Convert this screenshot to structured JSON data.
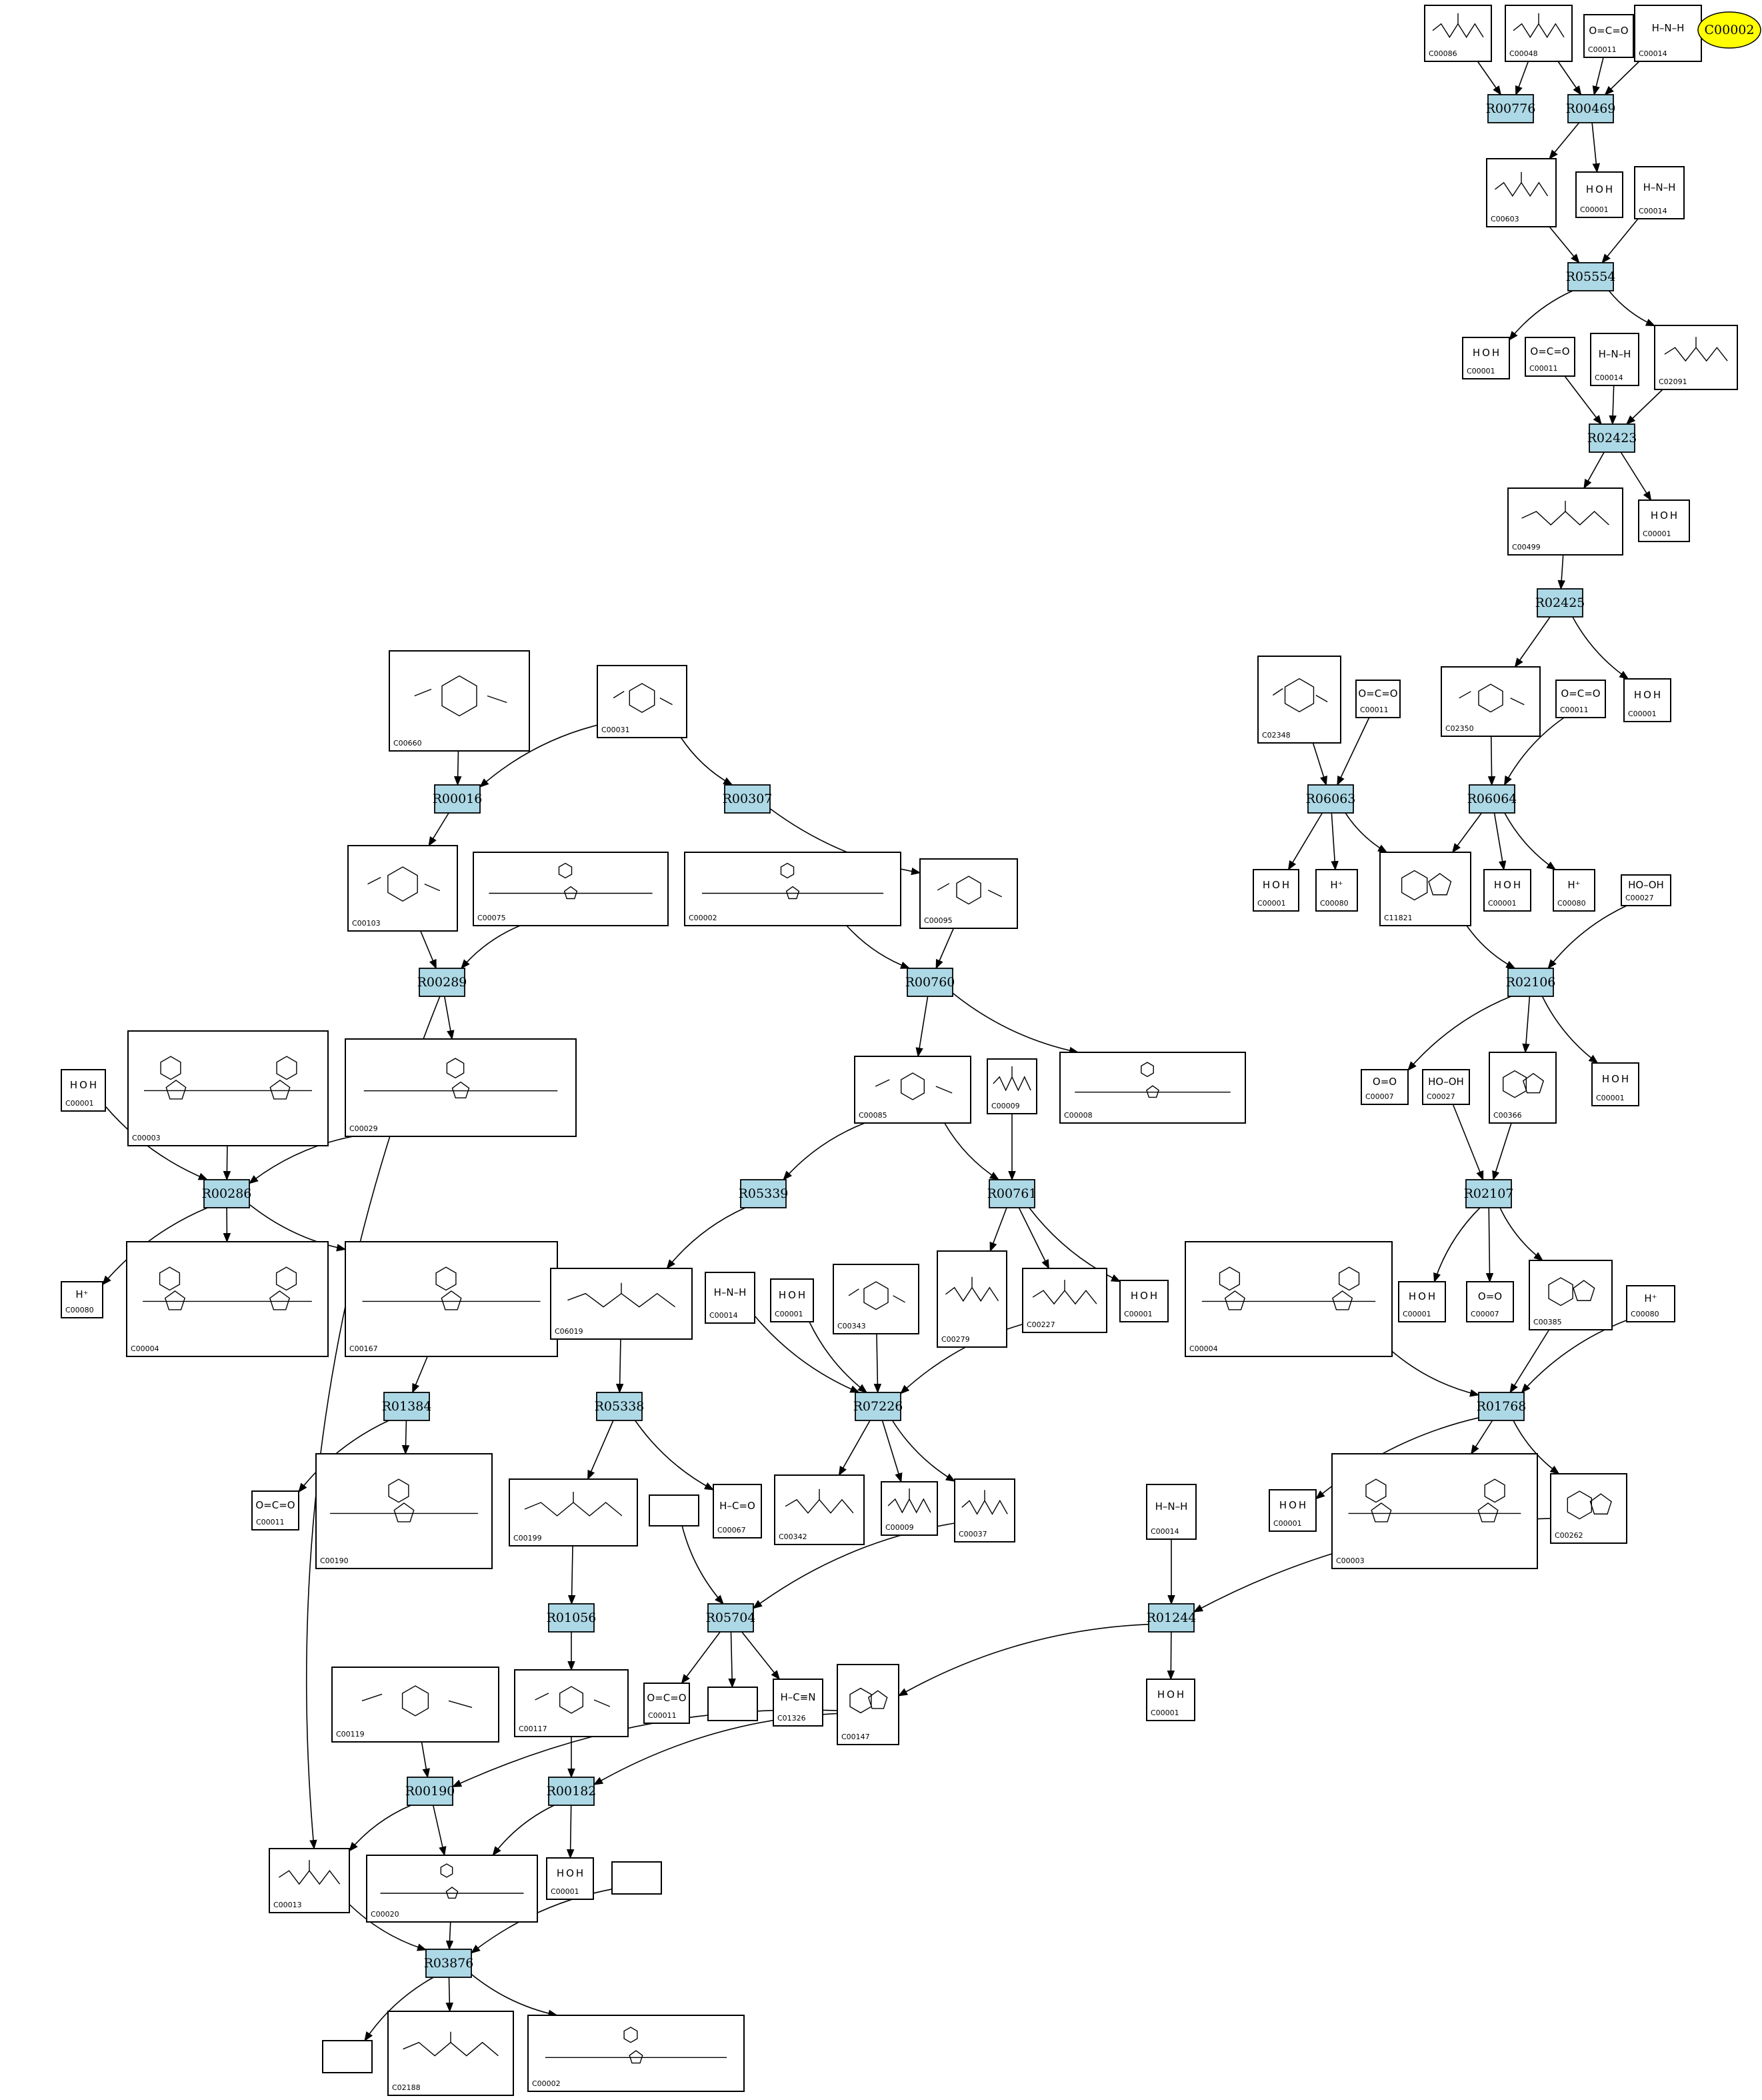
{
  "highlight": {
    "label": "C00002",
    "color": "#ffff00"
  },
  "colors": {
    "reaction_fill": "#add8e6",
    "compound_fill": "#ffffff",
    "edge": "#000000"
  },
  "reactions": [
    {
      "id": "R00776",
      "label": "R00776"
    },
    {
      "id": "R00469",
      "label": "R00469"
    },
    {
      "id": "R05554",
      "label": "R05554"
    },
    {
      "id": "R02423",
      "label": "R02423"
    },
    {
      "id": "R02425",
      "label": "R02425"
    },
    {
      "id": "R06063",
      "label": "R06063"
    },
    {
      "id": "R06064",
      "label": "R06064"
    },
    {
      "id": "R00016",
      "label": "R00016"
    },
    {
      "id": "R00307",
      "label": "R00307"
    },
    {
      "id": "R00289",
      "label": "R00289"
    },
    {
      "id": "R00760",
      "label": "R00760"
    },
    {
      "id": "R02106",
      "label": "R02106"
    },
    {
      "id": "R00286",
      "label": "R00286"
    },
    {
      "id": "R05339",
      "label": "R05339"
    },
    {
      "id": "R00761",
      "label": "R00761"
    },
    {
      "id": "R02107",
      "label": "R02107"
    },
    {
      "id": "R01384",
      "label": "R01384"
    },
    {
      "id": "R05338",
      "label": "R05338"
    },
    {
      "id": "R07226",
      "label": "R07226"
    },
    {
      "id": "R01768",
      "label": "R01768"
    },
    {
      "id": "R01056",
      "label": "R01056"
    },
    {
      "id": "R05704",
      "label": "R05704"
    },
    {
      "id": "R01244",
      "label": "R01244"
    },
    {
      "id": "R00190",
      "label": "R00190"
    },
    {
      "id": "R00182",
      "label": "R00182"
    },
    {
      "id": "R03876",
      "label": "R03876"
    }
  ],
  "compounds": [
    {
      "id": "c00086",
      "label": "C00086",
      "kind": "urea"
    },
    {
      "id": "c00048",
      "label": "C00048",
      "kind": "acid"
    },
    {
      "id": "c00011a",
      "label": "C00011",
      "kind": "co2"
    },
    {
      "id": "c00014a",
      "label": "C00014",
      "kind": "nh3"
    },
    {
      "id": "c00603",
      "label": "C00603",
      "kind": "acid"
    },
    {
      "id": "c00001a",
      "label": "C00001",
      "kind": "water"
    },
    {
      "id": "c00014b",
      "label": "C00014",
      "kind": "nh3"
    },
    {
      "id": "c00001b",
      "label": "C00001",
      "kind": "water"
    },
    {
      "id": "c00011b",
      "label": "C00011",
      "kind": "co2"
    },
    {
      "id": "c00014c",
      "label": "C00014",
      "kind": "nh3"
    },
    {
      "id": "c02091",
      "label": "C02091",
      "kind": "acid"
    },
    {
      "id": "c00499",
      "label": "C00499",
      "kind": "urea"
    },
    {
      "id": "c00001c",
      "label": "C00001",
      "kind": "water"
    },
    {
      "id": "c02348",
      "label": "C02348",
      "kind": "ring"
    },
    {
      "id": "c00011c",
      "label": "C00011",
      "kind": "co2"
    },
    {
      "id": "c02350",
      "label": "C02350",
      "kind": "ring"
    },
    {
      "id": "c00011d",
      "label": "C00011",
      "kind": "co2"
    },
    {
      "id": "c00001d",
      "label": "C00001",
      "kind": "water"
    },
    {
      "id": "c00660",
      "label": "C00660",
      "kind": "sugar"
    },
    {
      "id": "c00031",
      "label": "C00031",
      "kind": "sugar"
    },
    {
      "id": "c00001e",
      "label": "C00001",
      "kind": "water"
    },
    {
      "id": "c00080a",
      "label": "C00080",
      "kind": "proton"
    },
    {
      "id": "c11821",
      "label": "C11821",
      "kind": "purine"
    },
    {
      "id": "c00001f",
      "label": "C00001",
      "kind": "water"
    },
    {
      "id": "c00080b",
      "label": "C00080",
      "kind": "proton"
    },
    {
      "id": "c00027a",
      "label": "C00027",
      "kind": "peroxide"
    },
    {
      "id": "c00103",
      "label": "C00103",
      "kind": "sugar"
    },
    {
      "id": "c00075",
      "label": "C00075",
      "kind": "nucleotide"
    },
    {
      "id": "c00002a",
      "label": "C00002",
      "kind": "nucleotide"
    },
    {
      "id": "c00095",
      "label": "C00095",
      "kind": "sugar"
    },
    {
      "id": "c00003a",
      "label": "C00003",
      "kind": "dinucleotide"
    },
    {
      "id": "c00029",
      "label": "C00029",
      "kind": "nucleotide"
    },
    {
      "id": "c00001g",
      "label": "C00001",
      "kind": "water"
    },
    {
      "id": "c00085",
      "label": "C00085",
      "kind": "sugar"
    },
    {
      "id": "c00009a",
      "label": "C00009",
      "kind": "phosphate"
    },
    {
      "id": "c00008",
      "label": "C00008",
      "kind": "nucleotide"
    },
    {
      "id": "c00007a",
      "label": "C00007",
      "kind": "oxygen"
    },
    {
      "id": "c00027b",
      "label": "C00027",
      "kind": "peroxide"
    },
    {
      "id": "c00366",
      "label": "C00366",
      "kind": "purine"
    },
    {
      "id": "c00001h",
      "label": "C00001",
      "kind": "water"
    },
    {
      "id": "c00080c",
      "label": "C00080",
      "kind": "proton"
    },
    {
      "id": "c00004a",
      "label": "C00004",
      "kind": "dinucleotide"
    },
    {
      "id": "c00167",
      "label": "C00167",
      "kind": "nucleotide"
    },
    {
      "id": "c06019",
      "label": "C06019",
      "kind": "chain"
    },
    {
      "id": "c00014d",
      "label": "C00014",
      "kind": "nh3"
    },
    {
      "id": "c00001i",
      "label": "C00001",
      "kind": "water"
    },
    {
      "id": "c00343",
      "label": "C00343",
      "kind": "ring"
    },
    {
      "id": "c00279",
      "label": "C00279",
      "kind": "chain"
    },
    {
      "id": "c00227",
      "label": "C00227",
      "kind": "acid"
    },
    {
      "id": "c00001j",
      "label": "C00001",
      "kind": "water"
    },
    {
      "id": "c00004b",
      "label": "C00004",
      "kind": "dinucleotide"
    },
    {
      "id": "c00001k",
      "label": "C00001",
      "kind": "water"
    },
    {
      "id": "c00007b",
      "label": "C00007",
      "kind": "oxygen"
    },
    {
      "id": "c00385",
      "label": "C00385",
      "kind": "purine"
    },
    {
      "id": "c00080d",
      "label": "C00080",
      "kind": "proton"
    },
    {
      "id": "c00011e",
      "label": "C00011",
      "kind": "co2"
    },
    {
      "id": "c00190",
      "label": "C00190",
      "kind": "nucleotide"
    },
    {
      "id": "c00199",
      "label": "C00199",
      "kind": "chain"
    },
    {
      "id": "blank1",
      "label": "",
      "kind": "blank"
    },
    {
      "id": "c00067",
      "label": "C00067",
      "kind": "formaldehyde"
    },
    {
      "id": "c00342",
      "label": "C00342",
      "kind": "chain"
    },
    {
      "id": "c00009b",
      "label": "C00009",
      "kind": "phosphate"
    },
    {
      "id": "c00037",
      "label": "C00037",
      "kind": "acid"
    },
    {
      "id": "c00014e",
      "label": "C00014",
      "kind": "nh3"
    },
    {
      "id": "c00001l",
      "label": "C00001",
      "kind": "water"
    },
    {
      "id": "c00003b",
      "label": "C00003",
      "kind": "dinucleotide"
    },
    {
      "id": "c00262",
      "label": "C00262",
      "kind": "purine"
    },
    {
      "id": "c00117",
      "label": "C00117",
      "kind": "sugar"
    },
    {
      "id": "c00011f",
      "label": "C00011",
      "kind": "co2"
    },
    {
      "id": "blank2",
      "label": "",
      "kind": "blank"
    },
    {
      "id": "c01326",
      "label": "C01326",
      "kind": "hcn"
    },
    {
      "id": "c00001m",
      "label": "C00001",
      "kind": "water"
    },
    {
      "id": "c00147",
      "label": "C00147",
      "kind": "purine"
    },
    {
      "id": "c00119",
      "label": "C00119",
      "kind": "sugar"
    },
    {
      "id": "c00013",
      "label": "C00013",
      "kind": "phosphate"
    },
    {
      "id": "c00020",
      "label": "C00020",
      "kind": "nucleotide"
    },
    {
      "id": "c00001n",
      "label": "C00001",
      "kind": "water"
    },
    {
      "id": "blank3",
      "label": "",
      "kind": "blank"
    },
    {
      "id": "blank4",
      "label": "",
      "kind": "blank"
    },
    {
      "id": "c02188",
      "label": "C02188",
      "kind": "chain"
    },
    {
      "id": "c00002b",
      "label": "C00002",
      "kind": "nucleotide"
    }
  ],
  "formulas": {
    "water": "H O H",
    "nh3": "H–N–H",
    "co2": "O=C=O",
    "proton": "H⁺",
    "oxygen": "O=O",
    "peroxide": "HO–OH",
    "hcn": "H–C≡N",
    "formaldehyde": "H–C=O"
  },
  "edges": [
    [
      "c00086",
      "R00776"
    ],
    [
      "c00048",
      "R00776"
    ],
    [
      "c00048",
      "R00469"
    ],
    [
      "c00011a",
      "R00469"
    ],
    [
      "c00014a",
      "R00469"
    ],
    [
      "R00469",
      "c00603"
    ],
    [
      "R00469",
      "c00001a"
    ],
    [
      "c00603",
      "R05554"
    ],
    [
      "c00014b",
      "R05554"
    ],
    [
      "R05554",
      "c00001b"
    ],
    [
      "R05554",
      "c02091"
    ],
    [
      "c00011b",
      "R02423"
    ],
    [
      "c00014c",
      "R02423"
    ],
    [
      "c02091",
      "R02423"
    ],
    [
      "R02423",
      "c00499"
    ],
    [
      "R02423",
      "c00001c"
    ],
    [
      "c00499",
      "R02425"
    ],
    [
      "R02425",
      "c02350"
    ],
    [
      "R02425",
      "c00001d"
    ],
    [
      "c02348",
      "R06063"
    ],
    [
      "c00011c",
      "R06063"
    ],
    [
      "c02350",
      "R06064"
    ],
    [
      "c00011d",
      "R06064"
    ],
    [
      "R06063",
      "c00001e"
    ],
    [
      "R06063",
      "c00080a"
    ],
    [
      "R06063",
      "c11821"
    ],
    [
      "R06064",
      "c11821"
    ],
    [
      "R06064",
      "c00001f"
    ],
    [
      "R06064",
      "c00080b"
    ],
    [
      "c11821",
      "R02106"
    ],
    [
      "c00027a",
      "R02106"
    ],
    [
      "R02106",
      "c00007a"
    ],
    [
      "R02106",
      "c00366"
    ],
    [
      "R02106",
      "c00001h"
    ],
    [
      "c00027b",
      "R02107"
    ],
    [
      "c00366",
      "R02107"
    ],
    [
      "R02107",
      "c00001k"
    ],
    [
      "R02107",
      "c00007b"
    ],
    [
      "R02107",
      "c00385"
    ],
    [
      "c00385",
      "R01768"
    ],
    [
      "c00080d",
      "R01768"
    ],
    [
      "c00004b",
      "R01768"
    ],
    [
      "R01768",
      "c00001l"
    ],
    [
      "R01768",
      "c00003b"
    ],
    [
      "R01768",
      "c00262"
    ],
    [
      "c00262",
      "R01244"
    ],
    [
      "c00014e",
      "R01244"
    ],
    [
      "R01244",
      "c00001m"
    ],
    [
      "R01244",
      "c00147"
    ],
    [
      "c00660",
      "R00016"
    ],
    [
      "c00031",
      "R00016"
    ],
    [
      "c00031",
      "R00307"
    ],
    [
      "R00016",
      "c00103"
    ],
    [
      "R00307",
      "c00095"
    ],
    [
      "c00103",
      "R00289"
    ],
    [
      "c00075",
      "R00289"
    ],
    [
      "R00289",
      "c00029"
    ],
    [
      "R00289",
      "c00013"
    ],
    [
      "c00002a",
      "R00760"
    ],
    [
      "c00095",
      "R00760"
    ],
    [
      "R00760",
      "c00085"
    ],
    [
      "R00760",
      "c00008"
    ],
    [
      "c00003a",
      "R00286"
    ],
    [
      "c00029",
      "R00286"
    ],
    [
      "c00001g",
      "R00286"
    ],
    [
      "R00286",
      "c00080c"
    ],
    [
      "R00286",
      "c00004a"
    ],
    [
      "R00286",
      "c00167"
    ],
    [
      "c00085",
      "R05339"
    ],
    [
      "c00085",
      "R00761"
    ],
    [
      "c00009a",
      "R00761"
    ],
    [
      "R05339",
      "c06019"
    ],
    [
      "R00761",
      "c00279"
    ],
    [
      "R00761",
      "c00227"
    ],
    [
      "R00761",
      "c00001j"
    ],
    [
      "c00167",
      "R01384"
    ],
    [
      "R01384",
      "c00011e"
    ],
    [
      "R01384",
      "c00190"
    ],
    [
      "c06019",
      "R05338"
    ],
    [
      "R05338",
      "c00199"
    ],
    [
      "R05338",
      "c00067"
    ],
    [
      "c00014d",
      "R07226"
    ],
    [
      "c00001i",
      "R07226"
    ],
    [
      "c00343",
      "R07226"
    ],
    [
      "c00227",
      "R07226"
    ],
    [
      "R07226",
      "c00342"
    ],
    [
      "R07226",
      "c00009b"
    ],
    [
      "R07226",
      "c00037"
    ],
    [
      "c00199",
      "R01056"
    ],
    [
      "R01056",
      "c00117"
    ],
    [
      "blank1",
      "R05704"
    ],
    [
      "c00037",
      "R05704"
    ],
    [
      "R05704",
      "c00011f"
    ],
    [
      "R05704",
      "blank2"
    ],
    [
      "R05704",
      "c01326"
    ],
    [
      "c00119",
      "R00190"
    ],
    [
      "c00147",
      "R00190"
    ],
    [
      "c00117",
      "R00182"
    ],
    [
      "c00147",
      "R00182"
    ],
    [
      "R00190",
      "c00013"
    ],
    [
      "R00190",
      "c00020"
    ],
    [
      "R00182",
      "c00020"
    ],
    [
      "R00182",
      "c00001n"
    ],
    [
      "c00013",
      "R03876"
    ],
    [
      "c00020",
      "R03876"
    ],
    [
      "blank3",
      "R03876"
    ],
    [
      "R03876",
      "blank4"
    ],
    [
      "R03876",
      "c02188"
    ],
    [
      "R03876",
      "c00002b"
    ]
  ]
}
